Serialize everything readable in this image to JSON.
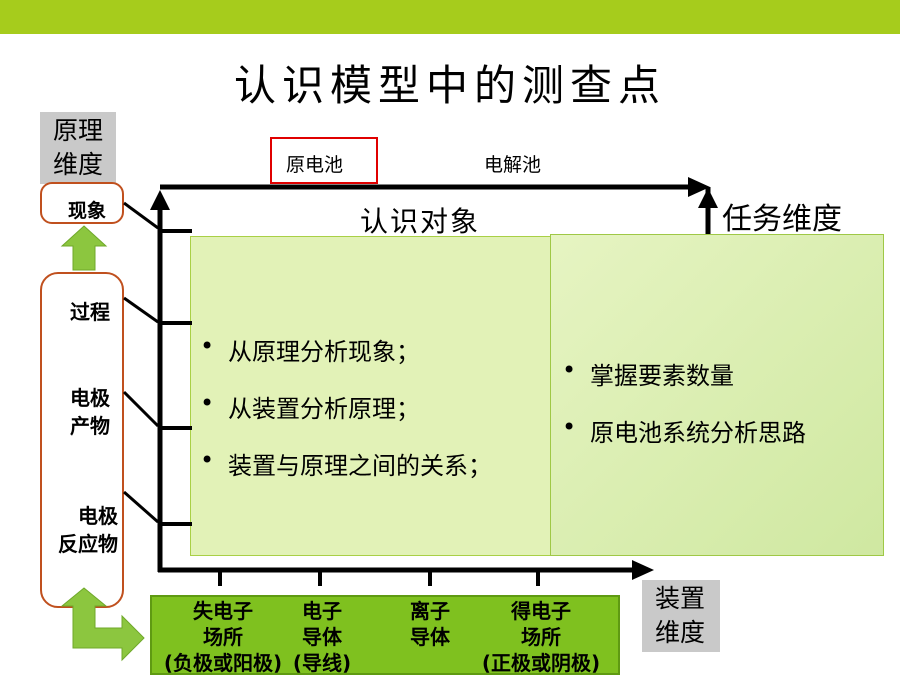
{
  "title": "认识模型中的测查点",
  "principle_dimension": "原理维度",
  "task_dimension": "任务维度",
  "device_dimension": "装置维度",
  "object_label": "认识对象",
  "battery_types": [
    "原电池",
    "电解池"
  ],
  "left_items": {
    "phenomenon": "现象",
    "process": "过程",
    "electrode_products": [
      "电极",
      "产物"
    ],
    "electrode_reactions": [
      "电极",
      "反应物"
    ]
  },
  "left_bullets": [
    "从原理分析现象；",
    "从装置分析原理；",
    "装置与原理之间的关系；"
  ],
  "right_bullets": [
    "掌握要素数量",
    "原电池系统分析思路"
  ],
  "bottom_cells": [
    [
      "失电子",
      "场所",
      "(负极或阳极)"
    ],
    [
      "电子",
      "导体",
      "(导线)"
    ],
    [
      "离子",
      "导体"
    ],
    [
      "得电子",
      "场所",
      "(正极或阴极)"
    ]
  ],
  "colors": {
    "top_bar": "#a6cc1c",
    "green_arrow": "#8cc63f",
    "green_cell_bg": "#7fc11f",
    "orange_frame": "#c0501e",
    "highlight_red": "#e00000"
  }
}
